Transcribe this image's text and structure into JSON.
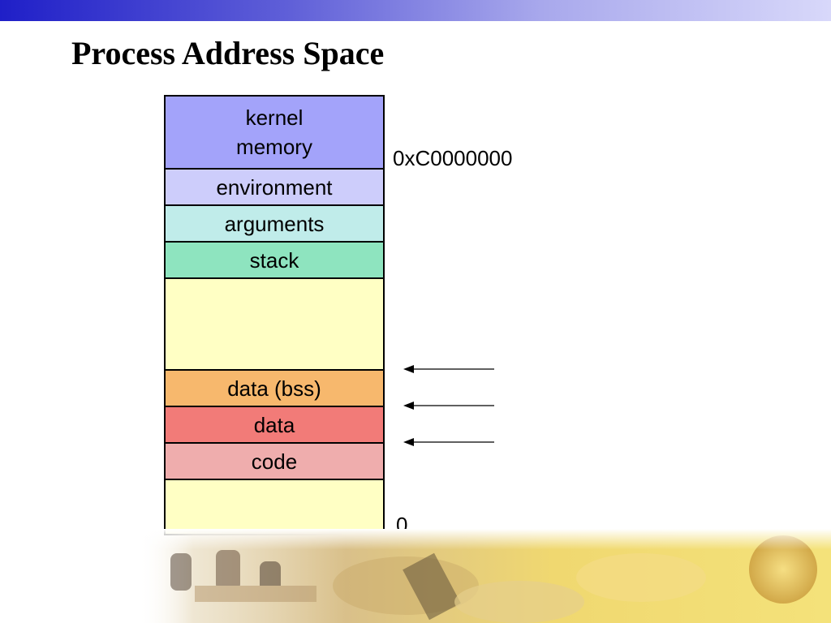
{
  "slide": {
    "title": "Process Address Space"
  },
  "colors": {
    "title_bar_start": "#1f1fc8",
    "title_bar_end": "#d8d8fa"
  },
  "memory_segments": [
    {
      "label": "kernel\nmemory",
      "color": "#a3a3fa"
    },
    {
      "label": "environment",
      "color": "#cdcdfb"
    },
    {
      "label": "arguments",
      "color": "#c0ecea"
    },
    {
      "label": "stack",
      "color": "#8ee4bf"
    },
    {
      "label": "",
      "color": "#ffffc4"
    },
    {
      "label": "data (bss)",
      "color": "#f7b86d"
    },
    {
      "label": "data",
      "color": "#f27b78"
    },
    {
      "label": "code",
      "color": "#efadad"
    },
    {
      "label": "",
      "color": "#ffffc4"
    }
  ],
  "address_labels": {
    "kernel_boundary": "0xC0000000",
    "bottom": "0"
  }
}
